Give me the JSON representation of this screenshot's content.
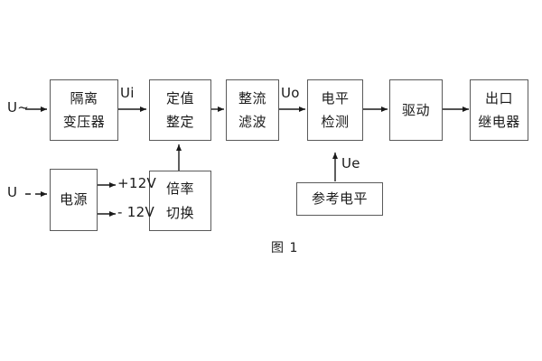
{
  "figure": {
    "caption": "图 1",
    "stroke_color": "#5a5a5a",
    "text_color": "#1a1a1a",
    "background": "#ffffff"
  },
  "signals": {
    "input_ac": "U~",
    "input_dc": "U",
    "ui": "Ui",
    "uo": "Uo",
    "ue": "Ue",
    "rail_pos": "+12V",
    "rail_neg": "- 12V"
  },
  "blocks": {
    "isolation_transformer": {
      "line1": "隔离",
      "line2": "变压器"
    },
    "setting_value": {
      "line1": "定值",
      "line2": "整定"
    },
    "rectify_filter": {
      "line1": "整流",
      "line2": "滤波"
    },
    "level_detect": {
      "line1": "电平",
      "line2": "检测"
    },
    "drive": {
      "line1": "驱动",
      "line2": ""
    },
    "output_relay": {
      "line1": "出口",
      "line2": "继电器"
    },
    "power_supply": {
      "line1": "电源",
      "line2": ""
    },
    "multiplier_switch": {
      "line1": "倍率",
      "line2": "切换"
    },
    "reference_level": {
      "line1": "参考电平",
      "line2": ""
    }
  }
}
